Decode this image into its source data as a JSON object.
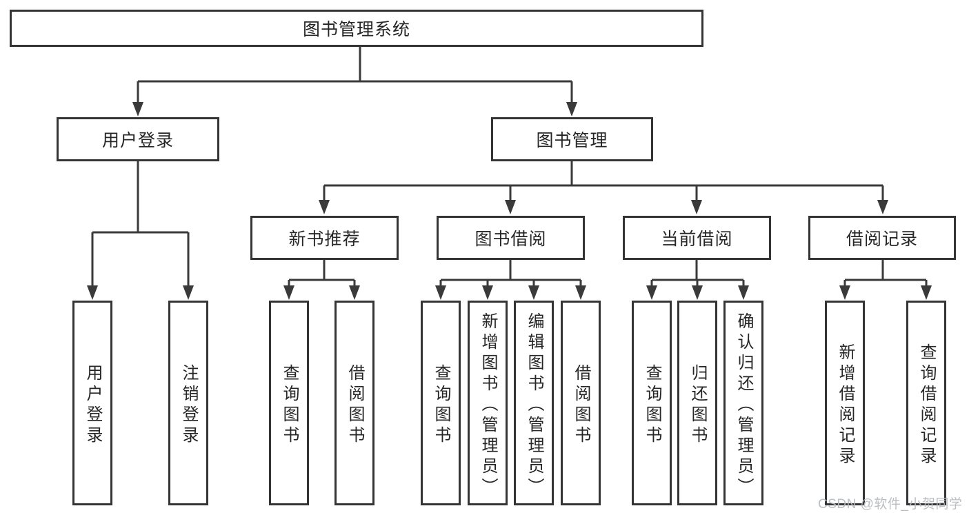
{
  "colors": {
    "line": "#3a3a3a",
    "box_border": "#343434",
    "box_fill": "#ffffff",
    "text": "#262626",
    "watermark": "#b7bbbf"
  },
  "tree": {
    "root": {
      "label": "图书管理系统"
    },
    "branches": [
      {
        "label": "用户登录",
        "children": [
          "用户登录",
          "注销登录"
        ]
      },
      {
        "label": "图书管理",
        "sections": [
          {
            "label": "新书推荐",
            "children": [
              "查询图书",
              "借阅图书"
            ]
          },
          {
            "label": "图书借阅",
            "children": [
              "查询图书",
              "新增图书（管理员）",
              "编辑图书（管理员）",
              "借阅图书"
            ]
          },
          {
            "label": "当前借阅",
            "children": [
              "查询图书",
              "归还图书",
              "确认归还（管理员）"
            ]
          },
          {
            "label": "借阅记录",
            "children": [
              "新增借阅记录",
              "查询借阅记录"
            ]
          }
        ]
      }
    ]
  },
  "watermark": "CSDN @软件_小贺同学"
}
